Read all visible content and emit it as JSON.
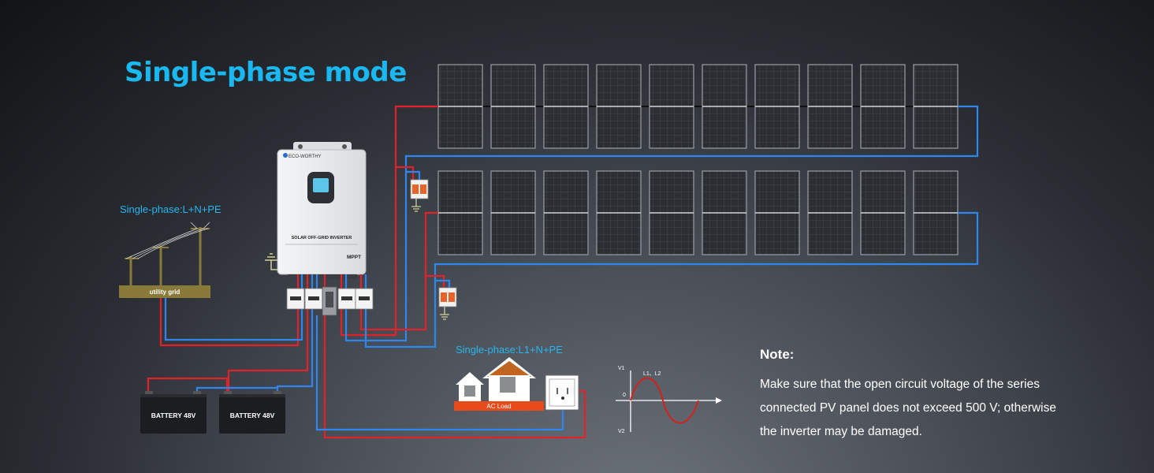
{
  "title": "Single-phase mode",
  "grid_label": "Single-phase:L+N+PE",
  "grid_sign": "utility grid",
  "home_label": "Single-phase:L1+N+PE",
  "load_sign": "AC Load",
  "inverter": {
    "brand": "ECO-WORTHY",
    "model": "SOLAR OFF-GRID INVERTER",
    "badge": "MPPT"
  },
  "batteries": [
    {
      "label": "BATTERY 48V"
    },
    {
      "label": "BATTERY 48V"
    }
  ],
  "waveform": {
    "v1": "V1",
    "zero": "0",
    "lines": "L1、L2",
    "v2": "V2"
  },
  "note": {
    "title": "Note:",
    "text": "Make sure that the open circuit voltage of the series connected PV panel does not exceed 500 V; otherwise the inverter may be damaged."
  },
  "colors": {
    "title": "#1ab8f0",
    "positive_wire": "#e0222a",
    "negative_wire": "#2f86f0",
    "surge_protector": "#e8622a",
    "ac_load_sign": "#e84a1a",
    "pole": "#8a7a3a"
  }
}
